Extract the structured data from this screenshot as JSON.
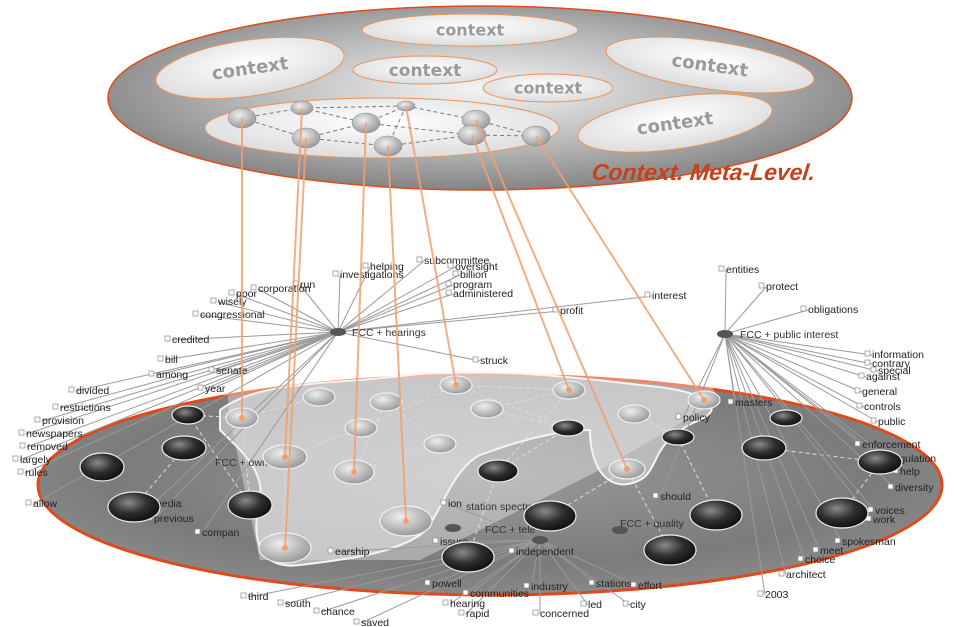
{
  "meta_label": {
    "main": "Context. Meta-Level.",
    "color": "#c8401a"
  },
  "contexts": [
    "context",
    "context",
    "context",
    "context",
    "context",
    "context"
  ],
  "hubs": [
    "FCC + hearings",
    "FCC + public interest",
    "FCC + owner",
    "FCC + tele",
    "FCC + quality",
    "spectrum",
    "station"
  ],
  "words_left": [
    "subcommittee",
    "helping",
    "oversight",
    "billion",
    "investigations",
    "program",
    "administered",
    "run",
    "corporation",
    "poor",
    "wisely",
    "congressional",
    "credited",
    "bill",
    "among",
    "senate",
    "year",
    "divided",
    "restrictions",
    "provision",
    "newspapers",
    "removed",
    "largely",
    "rules",
    "allow",
    "media",
    "previous",
    "compan",
    "struck",
    "profit",
    "interest"
  ],
  "words_right": [
    "entities",
    "protect",
    "obligations",
    "special",
    "information",
    "contrary",
    "against",
    "general",
    "controls",
    "public",
    "enforcement",
    "regulation",
    "help",
    "diversity",
    "voices",
    "work",
    "spokesman",
    "meet",
    "choice",
    "architect",
    "2003",
    "masters",
    "policy",
    "should"
  ],
  "words_bottom": [
    "third",
    "south",
    "chance",
    "saved",
    "powell",
    "hearing",
    "communities",
    "rapid",
    "industry",
    "concerned",
    "led",
    "stations",
    "effort",
    "city",
    "independent",
    "issure",
    "earship",
    "ion"
  ],
  "colors": {
    "plane_top": "#9a9a9a",
    "plane_edge": "#e04a1a",
    "link": "#f0a070",
    "dark_node": "#333333",
    "light_node": "#c8c8c8"
  }
}
